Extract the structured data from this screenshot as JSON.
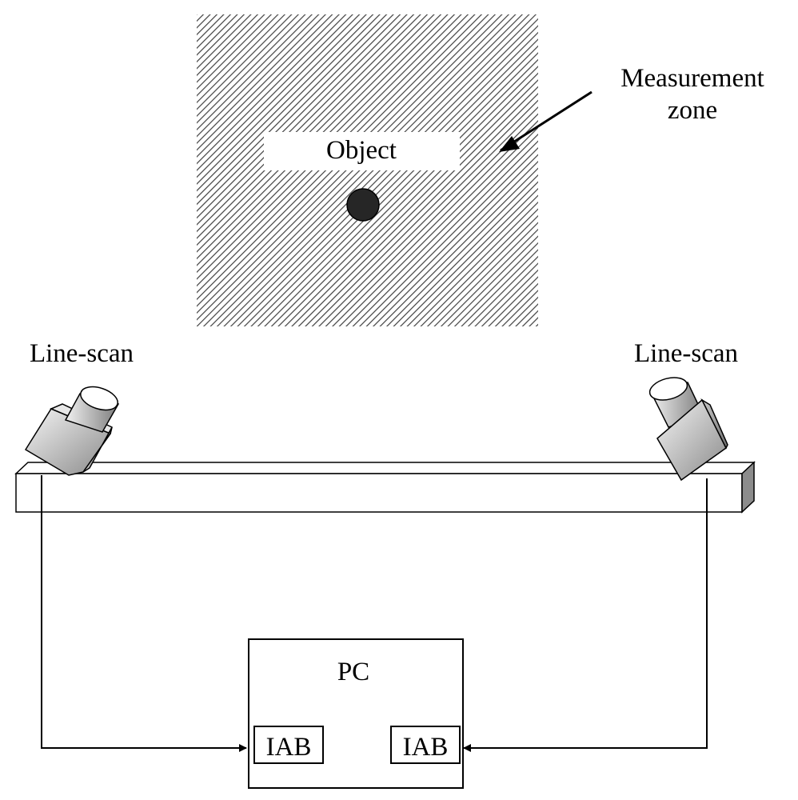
{
  "labels": {
    "measurement_zone_line1": "Measurement",
    "measurement_zone_line2": "zone",
    "object": "Object",
    "camera_left": "Line-scan",
    "camera_right": "Line-scan",
    "pc": "PC",
    "iab_left": "IAB",
    "iab_right": "IAB"
  },
  "colors": {
    "hatch": "#404040",
    "object_dot": "#262626",
    "camera_light": "#f2f2f2",
    "camera_dark": "#8a8a8a"
  }
}
